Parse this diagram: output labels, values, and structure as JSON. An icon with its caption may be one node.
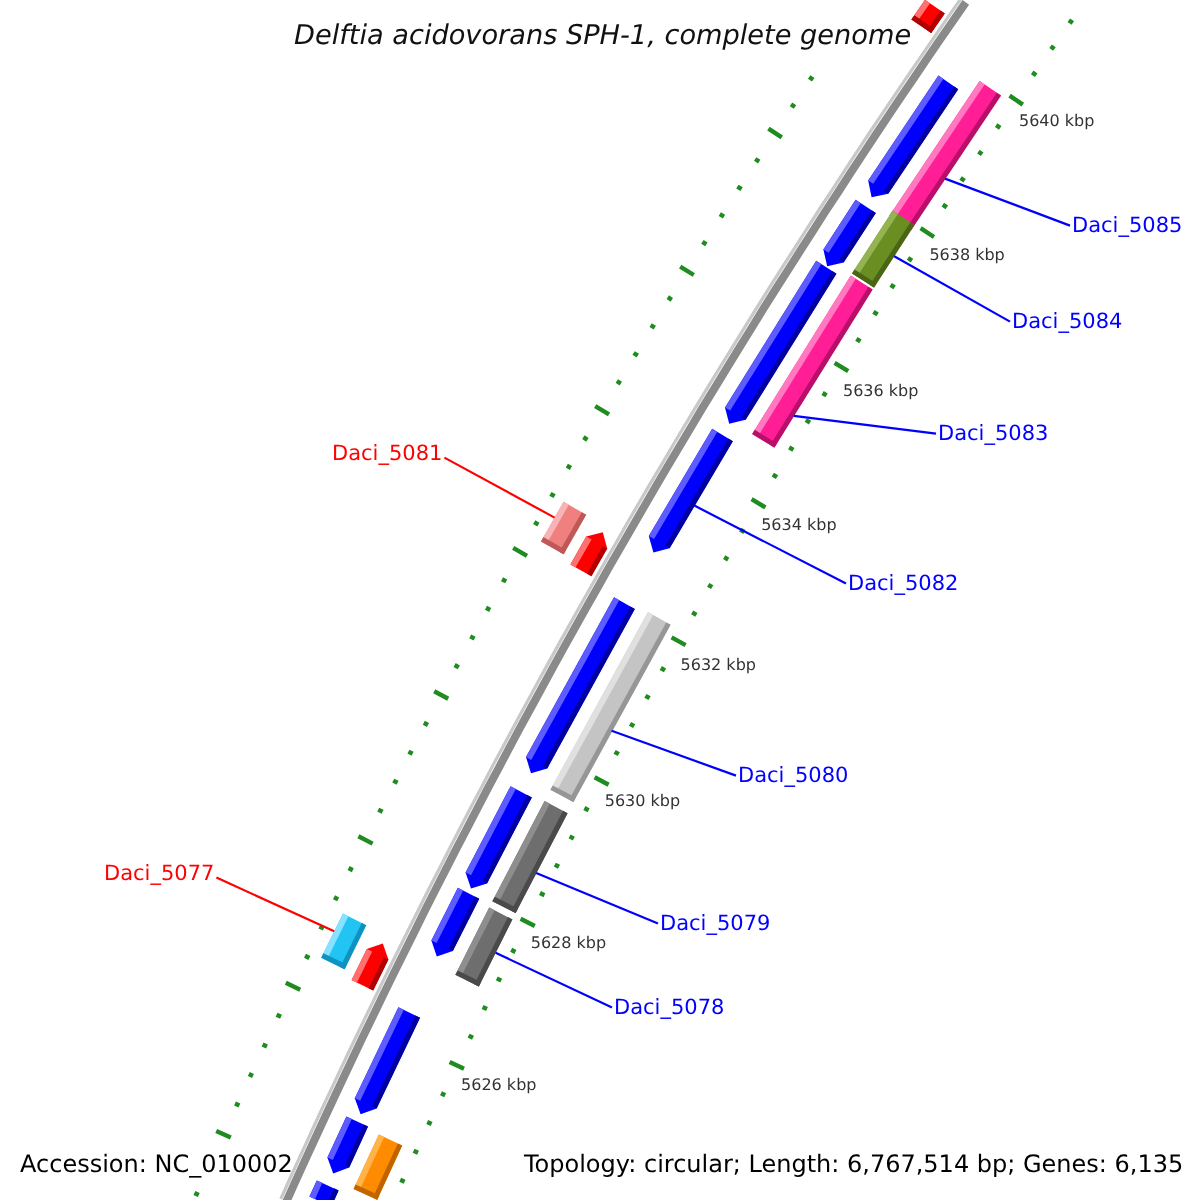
{
  "diagram": {
    "title": "Delftia acidovorans SPH-1, complete genome",
    "nodes": [
      {
        "text": [
          "Daci_5085"
        ]
      },
      {
        "text": [],
        "shape": "bar"
      },
      {
        "text": [
          "Daci_5084"
        ]
      },
      {
        "text": [],
        "shape": "bar"
      },
      {
        "text": [
          "Daci_5083"
        ]
      },
      {
        "text": [],
        "shape": "bar"
      },
      {
        "text": [
          "Daci_5081"
        ]
      },
      {
        "text": [],
        "shape": "bar"
      },
      {
        "text": [
          "Daci_5082"
        ]
      },
      {
        "text": [],
        "shape": "arrow"
      },
      {
        "text": [
          "Daci_5080"
        ]
      },
      {
        "text": [],
        "shape": "bar"
      },
      {
        "text": [
          "Daci_5077"
        ]
      },
      {
        "text": [],
        "shape": "bar"
      },
      {
        "text": [
          "Daci_5079"
        ]
      },
      {
        "text": [],
        "shape": "bar"
      },
      {
        "text": [
          "Daci_5078"
        ]
      },
      {
        "text": [],
        "shape": "bar"
      }
    ],
    "edges": [
      {
        "from": 0,
        "to": 1,
        "arrow": "none"
      },
      {
        "from": 2,
        "to": 3,
        "arrow": "none"
      },
      {
        "from": 4,
        "to": 5,
        "arrow": "none"
      },
      {
        "from": 6,
        "to": 7,
        "arrow": "none",
        "color": "#ff0000"
      },
      {
        "from": 8,
        "to": 9,
        "arrow": "none"
      },
      {
        "from": 10,
        "to": 11,
        "arrow": "none"
      },
      {
        "from": 12,
        "to": 13,
        "arrow": "none",
        "color": "#ff0000"
      },
      {
        "from": 14,
        "to": 15,
        "arrow": "none"
      },
      {
        "from": 16,
        "to": 17,
        "arrow": "none"
      }
    ],
    "labels": [
      "5640 kbp",
      "5638 kbp",
      "5636 kbp",
      "5634 kbp",
      "5632 kbp",
      "5630 kbp",
      "5628 kbp",
      "5626 kbp",
      "Accession: NC_010002",
      "Topology: circular; Length: 6,767,514 bp; Genes: 6,135"
    ]
  }
}
